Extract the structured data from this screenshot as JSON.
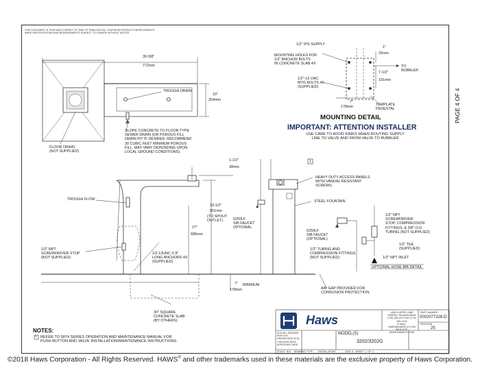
{
  "page": {
    "side_label": "PAGE 4 OF 4"
  },
  "notice": "THIS DOCUMENT IS TRUE AND CORRECT AT TIME OF PUBLICATION. CONTINUED PRODUCT IMPROVEMENTS\nMAKE SPECIFICATIONS AND MEASUREMENTS SUBJECT TO CHANGE WITHOUT NOTICE.",
  "plan": {
    "width_in": "30-3/8\"",
    "width_mm": "772mm",
    "trough_drain": "TROUGH DRAIN",
    "depth_in": "10\"",
    "depth_mm": "254mm",
    "slope_note": "SLOPE CONCRETE TO FLOOR TYPE\nSEWER DRAIN (OR POROUS FILL\nDRAIN PIT IF DESIRED. RECOMMEND\n30 CUBIC FEET MINIMUM POROUS\nFILL. MAY VARY DEPENDING UPON\nLOCAL GROUND CONDITIONS).",
    "floor_drain": "FLOOR DRAIN\n(NOT SUPPLIED)"
  },
  "mounting": {
    "ips_supply": "1/2\" IPS SUPPLY",
    "holes": "MOUNTING HOLES FOR\n1/2\" ANCHOR BOLTS\nIN CONCRETE SLAB 4X",
    "dim1_in": "1\"",
    "dim1_mm": "25mm",
    "to_bubbler": "TO\nBUBBLER",
    "dim2_in": "7-1/2\"",
    "dim2_mm": "191mm",
    "bolts": "1/2\"-13 UNC\nMTG BOLTS 4X\n(SUPPLIED)",
    "dim3_in": "7\"",
    "dim3_mm": "178mm",
    "template": "TEMPLATE\nPEDESTAL",
    "title": "MOUNTING DETAIL"
  },
  "attention": {
    "title": "IMPORTANT: ATTENTION INSTALLER",
    "text": "USE CARE TO AVOID KINKS WHEN ROUTING SUPPLY\nLINE TO VALVE AND FROM VALVE TO BUBBLER"
  },
  "elevation": {
    "trough_flow": "TROUGH FLOW",
    "dim_top_in": "1-1/2\"",
    "dim_top_mm": "38mm",
    "height_in": "33-1/2\"",
    "height_mm": "851mm",
    "height_note": "(TO SPOUT\nOUTLET)",
    "mid_in": "27\"",
    "mid_mm": "686mm",
    "stop_note": "1/2\" NPT\nSCREWDRIVER STOP\n(NOT SUPPLIED)",
    "anchors": "1/2-13UNC X 8\"\nLONG ANCHORS 4X\n(SUPPLIED)",
    "min_in": "7\"",
    "min_mm": "178mm",
    "minimum": "MINIMUM",
    "slab": "30\" SQUARE\nCONCRETE SLAB\n(BY OTHERS)"
  },
  "side_view": {
    "faucet": "6250LF\nSIB FAUCET\nOPTIONAL",
    "note_num": "1",
    "panels": "HEAVY DUTY ACCESS PANELS\nWITH VANDAL RESISTANT\nSCREWS.",
    "steel": "STEEL FOUNTAIN",
    "faucet2": "6250LF\nSIB FAUCET\n(OPTIONAL)",
    "tubing": "1/2\" TUBING AND\nCOMPRESSION FITTINGS\n(NOT SUPPLIED)",
    "airgap": "AIR GAP PROVIDED FOR\nCORROSION PROTECTION."
  },
  "hose_detail": {
    "npt": "1/2\" NPT\nSCREWDRIVER\nSTOP, COMPRESSION\nFITTINGS, & 3/8\" O.D.\nTUBING (NOT SUPPLIED)",
    "tee": "1/2\" TEE\n(SUPPLIED)",
    "inlet": "1/2\" NPT INLET",
    "title": "OPTIONAL HOSE BIB DETAIL"
  },
  "notes": {
    "title": "NOTES:",
    "num": "1",
    "text": "REFER TO 5874 SERIES OPERATION AND MAINTENANCE MANUAL FOR\nPUSH BUTTON AND VALVE INSTALLATION/MAINTENANCE INSTRUCTIONS."
  },
  "title_block": {
    "brand": "Haws",
    "address": "1455 KLEPPE LANE\nSPARKS, NEVADA 89431\n(775) 359-4712  FAX (775) 359-7424\nE-MAIL: HAWS@HAWSCO.COM\nWEB SITE: WWW.HAWSCO.COM",
    "part_label": "PART NUMBER",
    "part_number": "0002077328.D",
    "revision_label": "REVISION",
    "revision": "25",
    "model_label": "MODEL(S)",
    "model": "3202/3202G",
    "info_left": "ECN NO.  REVISED PER ECR\nDRAWN  DATE  ECN\nCHECKED  DATE\nAPPROVED  DATE",
    "info_bottom": "SCALE  N/A     DRAWING TYPE        INSTALLATION              SIZE  A   SHEET  1  OF  1"
  },
  "footer": {
    "prefix": "©2018 Haws Corporation - All Rights Reserved.   HAWS",
    "reg": "®",
    "suffix": "and other trademarks used in these materials are the exclusive property of Haws Corporation."
  }
}
